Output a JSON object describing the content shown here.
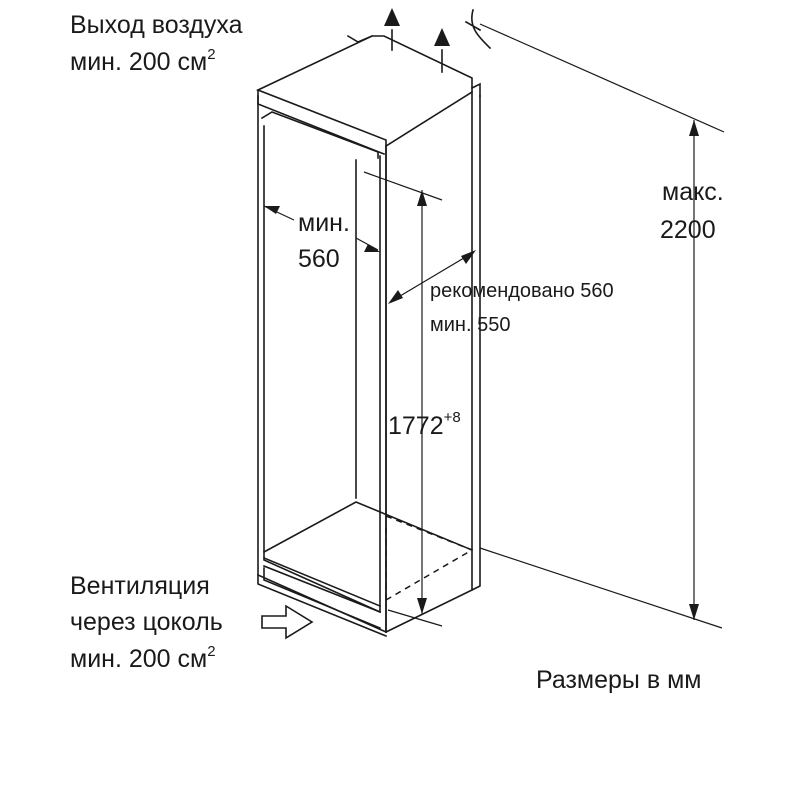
{
  "labels": {
    "air_out_line1": "Выход воздуха",
    "air_out_line2": "мин. 200 см",
    "air_out_sup": "2",
    "width_min_line1": "мин.",
    "width_min_line2": "560",
    "depth_line1": "рекомендовано 560",
    "depth_line2": "мин. 550",
    "height_max_line1": "макс.",
    "height_max_line2": "2200",
    "niche_height": "1772",
    "niche_height_tol": "+8",
    "vent_line1": "Вентиляция",
    "vent_line2": "через цоколь",
    "vent_line3": "мин. 200 см",
    "vent_sup": "2",
    "units": "Размеры в мм"
  },
  "icons": {
    "air_arrows": "arrow-up-icon",
    "vent_arrow": "arrow-right-outline-icon",
    "clearance_symbol": "clearance-arc-icon"
  }
}
